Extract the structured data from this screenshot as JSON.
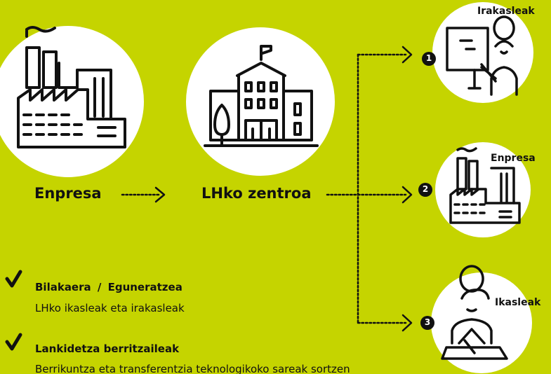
{
  "colors": {
    "background": "#c5d400",
    "circle": "#ffffff",
    "ink": "#111111"
  },
  "nodes": {
    "enpresa": {
      "label": "Enpresa",
      "icon": "factory-icon"
    },
    "center": {
      "label": "LHko zentroa",
      "icon": "school-building-icon"
    }
  },
  "targets": [
    {
      "number": "1",
      "label": "Irakasleak",
      "icon": "teacher-icon"
    },
    {
      "number": "2",
      "label": "Enpresa",
      "icon": "factory-icon"
    },
    {
      "number": "3",
      "label": "Ikasleak",
      "icon": "student-icon"
    }
  ],
  "checks": [
    {
      "title_a": "Bilakaera",
      "sep": "/",
      "title_b": "Eguneratzea",
      "desc": "LHko ikasleak eta irakasleak"
    },
    {
      "title_a": "Lankidetza berritzaileak",
      "desc": "Berrikuntza eta transferentzia teknologikoko sareak sortzen"
    }
  ]
}
